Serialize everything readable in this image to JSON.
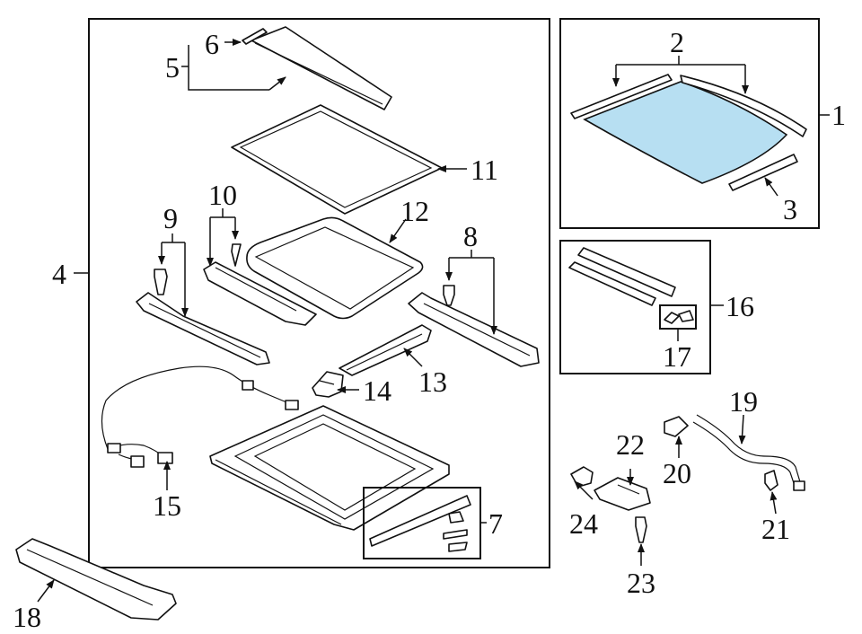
{
  "diagram": {
    "callouts": {
      "c1": "1",
      "c2": "2",
      "c3": "3",
      "c4": "4",
      "c5": "5",
      "c6": "6",
      "c7": "7",
      "c8": "8",
      "c9": "9",
      "c10": "10",
      "c11": "11",
      "c12": "12",
      "c13": "13",
      "c14": "14",
      "c15": "15",
      "c16": "16",
      "c17": "17",
      "c18": "18",
      "c19": "19",
      "c20": "20",
      "c21": "21",
      "c22": "22",
      "c23": "23",
      "c24": "24"
    },
    "colors": {
      "glass_fill": "#b7dff2",
      "line": "#111111"
    }
  }
}
